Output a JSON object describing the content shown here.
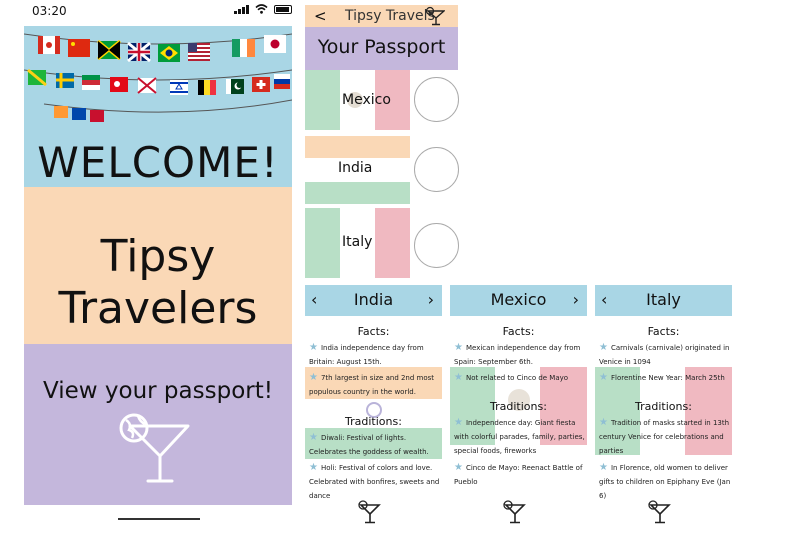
{
  "status": {
    "time": "03:20"
  },
  "welcome": {
    "greeting": "WELCOME!",
    "app_title_line1": "Tipsy",
    "app_title_line2": "Travelers",
    "passport_button": "View your passport!"
  },
  "nav": {
    "back_symbol": "<",
    "title": "Tipsy Travels"
  },
  "passport": {
    "title": "Your Passport",
    "countries": [
      "Mexico",
      "India",
      "Italy"
    ]
  },
  "cards": [
    {
      "country": "India",
      "facts_heading": "Facts:",
      "facts": [
        "India independence day from Britain: August 15th.",
        "7th largest in size and 2nd most populous country in the world."
      ],
      "traditions_heading": "Traditions:",
      "traditions": [
        "Diwali: Festival of lights. Celebrates the goddess of wealth.",
        "Holi: Festival of colors and love. Celebrated with bonfires, sweets and dance"
      ]
    },
    {
      "country": "Mexico",
      "facts_heading": "Facts:",
      "facts": [
        "Mexican independence day from Spain: September 6th.",
        "Not related to Cinco de Mayo"
      ],
      "traditions_heading": "Traditions:",
      "traditions": [
        "Independence day: Giant fiesta with colorful parades, family, parties, special foods, fireworks",
        "Cinco de Mayo: Reenact Battle of Pueblo"
      ]
    },
    {
      "country": "Italy",
      "facts_heading": "Facts:",
      "facts": [
        "Carnivals (carnivale) originated in Venice in 1094",
        "Florentine New Year: March 25th"
      ],
      "traditions_heading": "Traditions:",
      "traditions": [
        "Tradition of masks started in 13th century Venice for celebrations and parties",
        "In Florence, old women to deliver gifts to children on Epiphany Eve (Jan 6)"
      ]
    }
  ],
  "icons": {
    "logo": "globe-cocktail-icon",
    "back": "chevron-left-icon",
    "next": "chevron-right-icon",
    "bullet": "star-icon"
  },
  "colors": {
    "blue": "#a9d6e5",
    "peach": "#fad8b6",
    "lavender": "#c4b7dc",
    "green": "#b8dfc6",
    "pink": "#f0b9c1"
  }
}
